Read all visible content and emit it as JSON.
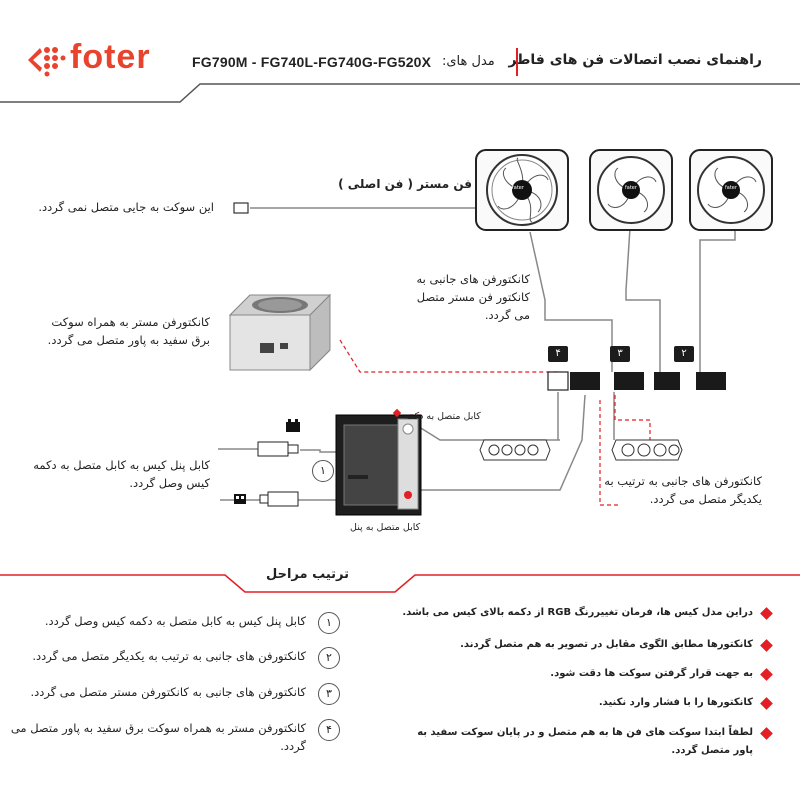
{
  "brand": {
    "name": "foter"
  },
  "header": {
    "title": "راهنمای نصب اتصالات فن های فاطر",
    "models_label": "مدل های:",
    "models": "FG790M - FG740L-FG740G-FG520X"
  },
  "fans": {
    "logo_text": "fater"
  },
  "diagram": {
    "master_fan_label": "فن مستر ( فن اصلی )",
    "socket_note": "این سوکت به جایی متصل نمی گردد.",
    "side_to_master_note": "کانکتورفن های جانبی به کانکتور فن مستر متصل می گردد.",
    "master_to_psu_note": "کانکتورفن مستر به همراه سوکت برق سفید به پاور متصل می گردد.",
    "case_cable_note": "کابل پنل کیس به کابل متصل به دکمه کیس وصل گردد.",
    "side_fans_chain_note": "کانکتورفن های جانبی به ترتیب به یکدیگر متصل می گردد.",
    "cable_to_button": "کابل متصل به دکمه",
    "cable_to_panel": "کابل متصل به پنل",
    "connector_numbers": [
      "۴",
      "۳",
      "۲"
    ],
    "case_step_number": "۱"
  },
  "steps": {
    "title": "ترتیب مراحل",
    "items": [
      {
        "num": "۱",
        "text": "کابل پنل کیس به کابل متصل به دکمه کیس وصل گردد."
      },
      {
        "num": "۲",
        "text": "کانکتورفن های جانبی به ترتیب به یکدیگر متصل می گردد."
      },
      {
        "num": "۳",
        "text": "کانکتورفن های جانبی به کانکتورفن مستر متصل می گردد."
      },
      {
        "num": "۴",
        "text": "کانکتورفن مستر به همراه سوکت برق سفید به پاور متصل می گردد."
      }
    ]
  },
  "notes": [
    "دراین مدل کیس ها، فرمان تغییررنگ  RGB  از دکمه بالای کیس می باشد.",
    "کانکتورها مطابق الگوی مقابل در تصویر به هم متصل گردند.",
    "به جهت قرار گرفتن سوکت ها دقت شود.",
    "کانکتورها را با فشار وارد نکنید.",
    "لطفاً ابتدا سوکت های فن ها به هم متصل و در پایان سوکت سفید به پاور متصل گردد."
  ],
  "colors": {
    "accent": "#e31e24",
    "brand": "#e8432c",
    "dark": "#1c1c1c"
  }
}
